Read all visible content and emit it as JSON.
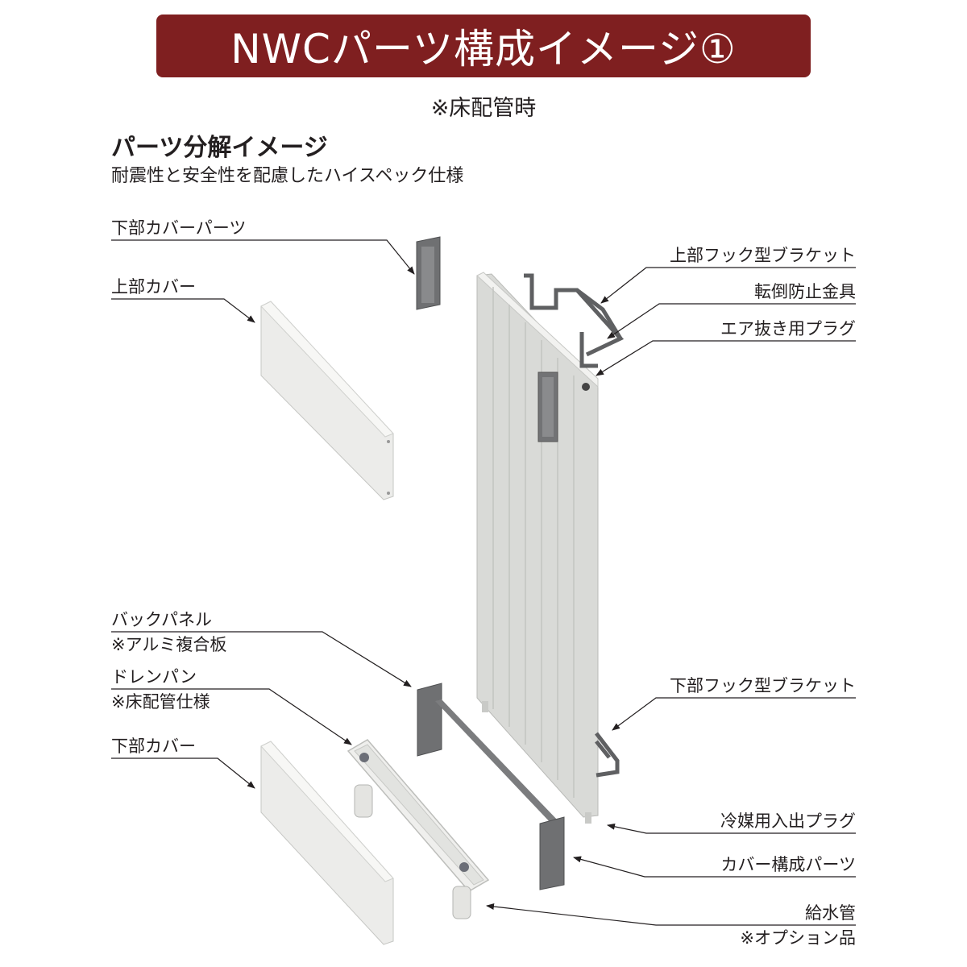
{
  "header": {
    "title": "NWCパーツ構成イメージ①",
    "subnote": "※床配管時"
  },
  "section": {
    "title": "パーツ分解イメージ",
    "subtitle": "耐震性と安全性を配慮したハイスペック仕様"
  },
  "labels_left": {
    "lower_cover_parts": "下部カバーパーツ",
    "upper_cover": "上部カバー",
    "back_panel": "バックパネル",
    "back_panel_note": "※アルミ複合板",
    "drain_pan": "ドレンパン",
    "drain_pan_note": "※床配管仕様",
    "lower_cover": "下部カバー"
  },
  "labels_right": {
    "upper_hook_bracket": "上部フック型ブラケット",
    "anti_tip_fitting": "転倒防止金具",
    "air_vent_plug": "エア抜き用プラグ",
    "lower_hook_bracket": "下部フック型ブラケット",
    "refrigerant_plug": "冷媒用入出プラグ",
    "cover_parts": "カバー構成パーツ",
    "water_supply_pipe": "給水管",
    "water_supply_note": "※オプション品"
  },
  "colors": {
    "banner": "#7f1f20",
    "panel": "#e4e5e2",
    "metal": "#6d6e70",
    "leader": "#231f20"
  }
}
